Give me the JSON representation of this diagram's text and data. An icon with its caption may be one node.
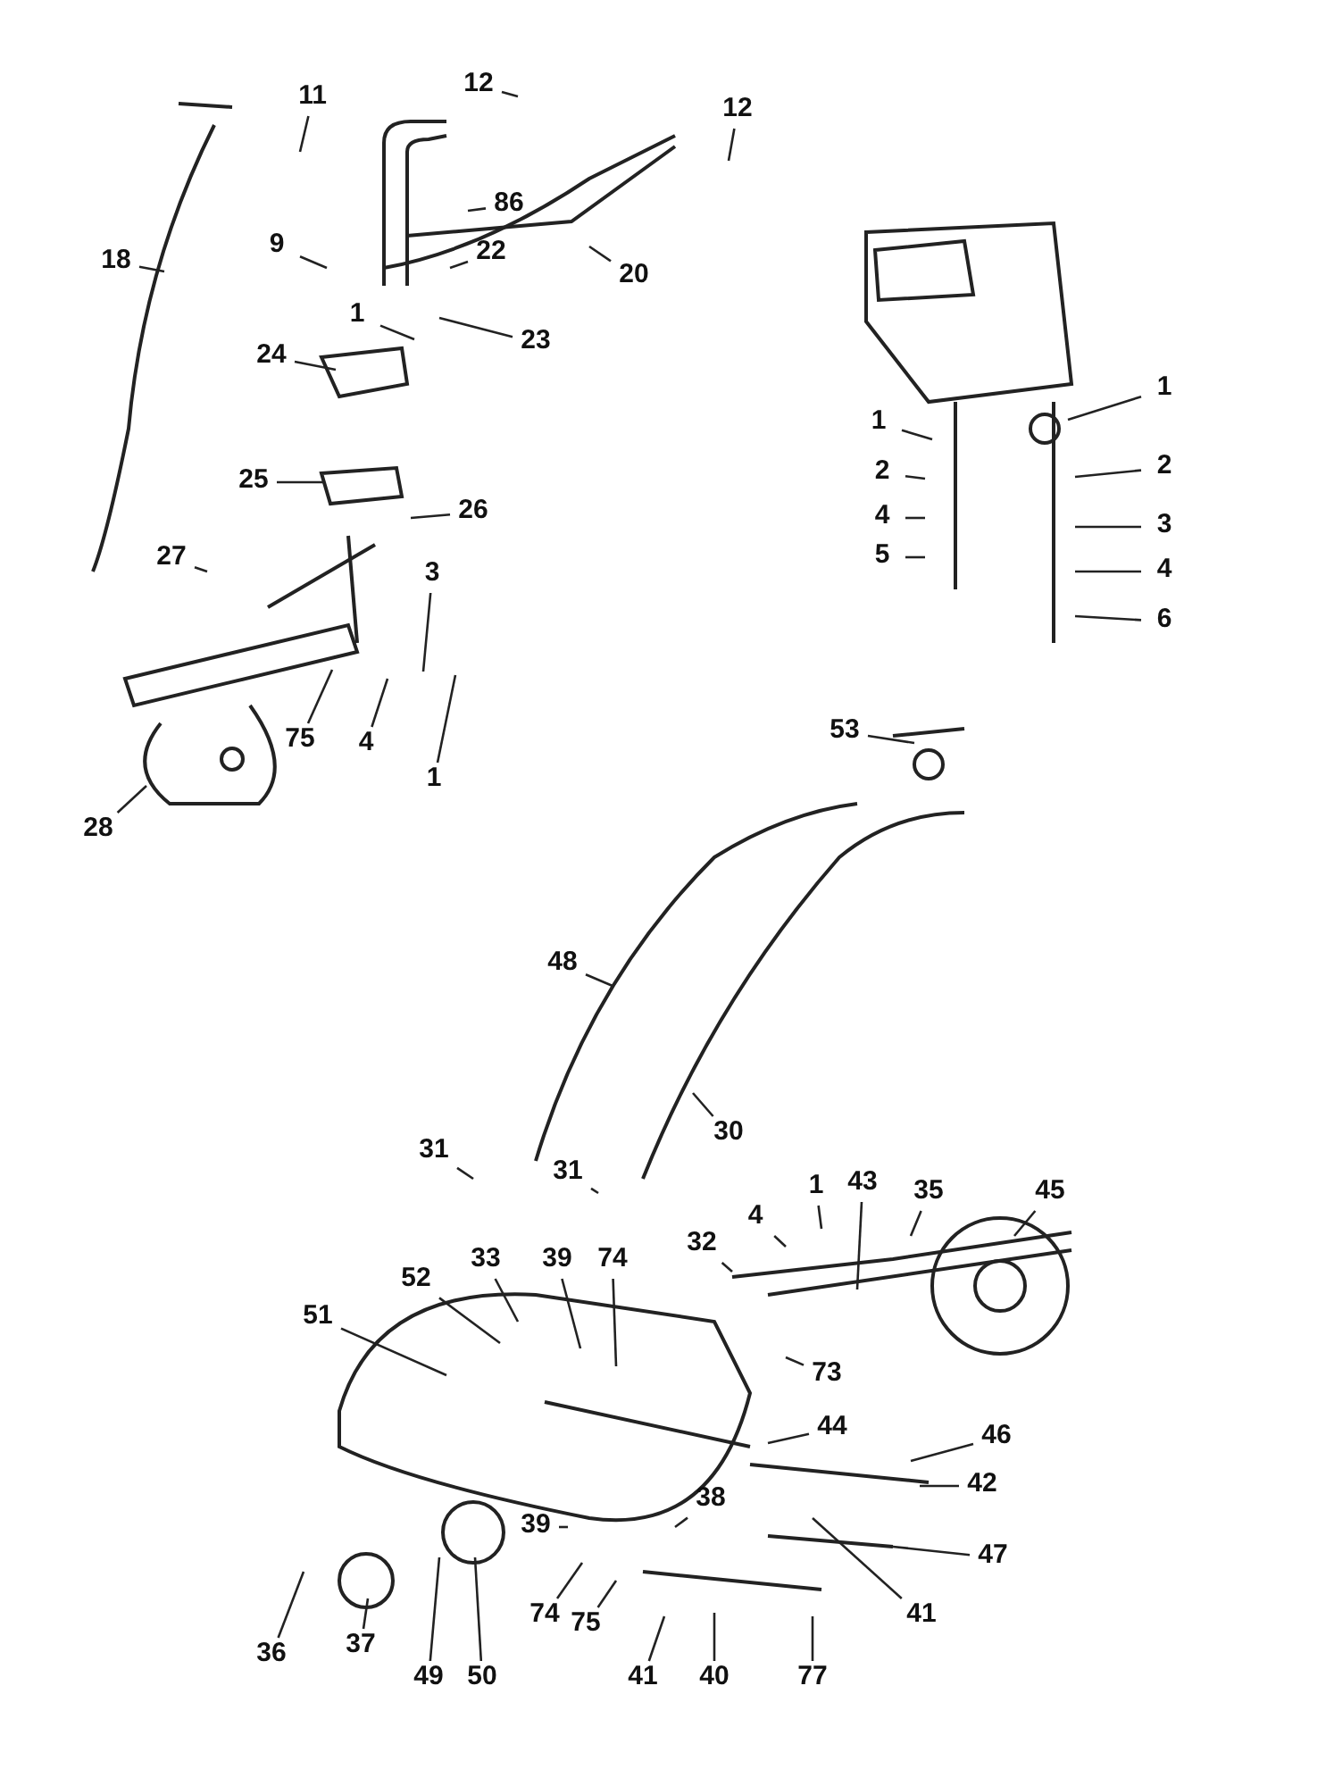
{
  "diagram": {
    "nodes": [
      {
        "text": [
          "11"
        ]
      },
      {
        "text": [
          "12"
        ]
      },
      {
        "text": [
          "12"
        ]
      },
      {
        "text": [
          "86"
        ]
      },
      {
        "text": [
          "9"
        ]
      },
      {
        "text": [
          "18"
        ]
      },
      {
        "text": [
          "22"
        ]
      },
      {
        "text": [
          "20"
        ]
      },
      {
        "text": [
          "1"
        ]
      },
      {
        "text": [
          "24"
        ]
      },
      {
        "text": [
          "23"
        ]
      },
      {
        "text": [
          "25"
        ]
      },
      {
        "text": [
          "26"
        ]
      },
      {
        "text": [
          "27"
        ]
      },
      {
        "text": [
          "3"
        ]
      },
      {
        "text": [
          "75"
        ]
      },
      {
        "text": [
          "4"
        ]
      },
      {
        "text": [
          "1"
        ]
      },
      {
        "text": [
          "28"
        ]
      },
      {
        "text": [
          "1"
        ]
      },
      {
        "text": [
          "1"
        ]
      },
      {
        "text": [
          "2"
        ]
      },
      {
        "text": [
          "2"
        ]
      },
      {
        "text": [
          "4"
        ]
      },
      {
        "text": [
          "3"
        ]
      },
      {
        "text": [
          "5"
        ]
      },
      {
        "text": [
          "4"
        ]
      },
      {
        "text": [
          "6"
        ]
      },
      {
        "text": [
          "53"
        ]
      },
      {
        "text": [
          "48"
        ]
      },
      {
        "text": [
          "30"
        ]
      },
      {
        "text": [
          "31"
        ]
      },
      {
        "text": [
          "31"
        ]
      },
      {
        "text": [
          "32"
        ]
      },
      {
        "text": [
          "4"
        ]
      },
      {
        "text": [
          "1"
        ]
      },
      {
        "text": [
          "43"
        ]
      },
      {
        "text": [
          "35"
        ]
      },
      {
        "text": [
          "45"
        ]
      },
      {
        "text": [
          "52"
        ]
      },
      {
        "text": [
          "33"
        ]
      },
      {
        "text": [
          "39"
        ]
      },
      {
        "text": [
          "74"
        ]
      },
      {
        "text": [
          "51"
        ]
      },
      {
        "text": [
          "73"
        ]
      },
      {
        "text": [
          "44"
        ]
      },
      {
        "text": [
          "46"
        ]
      },
      {
        "text": [
          "42"
        ]
      },
      {
        "text": [
          "38"
        ]
      },
      {
        "text": [
          "47"
        ]
      },
      {
        "text": [
          "41"
        ]
      },
      {
        "text": [
          "39"
        ]
      },
      {
        "text": [
          "74"
        ]
      },
      {
        "text": [
          "75"
        ]
      },
      {
        "text": [
          "41"
        ]
      },
      {
        "text": [
          "40"
        ]
      },
      {
        "text": [
          "77"
        ]
      },
      {
        "text": [
          "36"
        ]
      },
      {
        "text": [
          "37"
        ]
      },
      {
        "text": [
          "49"
        ]
      },
      {
        "text": [
          "50"
        ]
      }
    ],
    "edges": [
      {
        "from": 0,
        "to": null,
        "arrow": "none"
      },
      {
        "from": 1,
        "to": null,
        "arrow": "none"
      },
      {
        "from": 2,
        "to": null,
        "arrow": "none"
      },
      {
        "from": 3,
        "to": null,
        "arrow": "none"
      },
      {
        "from": 4,
        "to": null,
        "arrow": "none"
      },
      {
        "from": 5,
        "to": null,
        "arrow": "none"
      },
      {
        "from": 6,
        "to": null,
        "arrow": "none"
      },
      {
        "from": 7,
        "to": null,
        "arrow": "none"
      },
      {
        "from": 8,
        "to": null,
        "arrow": "none"
      },
      {
        "from": 9,
        "to": null,
        "arrow": "none"
      },
      {
        "from": 10,
        "to": null,
        "arrow": "none"
      },
      {
        "from": 11,
        "to": null,
        "arrow": "none"
      },
      {
        "from": 12,
        "to": null,
        "arrow": "none"
      },
      {
        "from": 13,
        "to": null,
        "arrow": "none"
      },
      {
        "from": 14,
        "to": null,
        "arrow": "none"
      },
      {
        "from": 15,
        "to": null,
        "arrow": "none"
      },
      {
        "from": 16,
        "to": null,
        "arrow": "none"
      },
      {
        "from": 17,
        "to": null,
        "arrow": "none"
      },
      {
        "from": 18,
        "to": null,
        "arrow": "none"
      },
      {
        "from": 19,
        "to": null,
        "arrow": "none"
      },
      {
        "from": 20,
        "to": null,
        "arrow": "none"
      },
      {
        "from": 21,
        "to": null,
        "arrow": "none"
      },
      {
        "from": 22,
        "to": null,
        "arrow": "none"
      },
      {
        "from": 23,
        "to": null,
        "arrow": "none"
      },
      {
        "from": 24,
        "to": null,
        "arrow": "none"
      },
      {
        "from": 25,
        "to": null,
        "arrow": "none"
      },
      {
        "from": 26,
        "to": null,
        "arrow": "none"
      },
      {
        "from": 27,
        "to": null,
        "arrow": "none"
      },
      {
        "from": 28,
        "to": null,
        "arrow": "none"
      },
      {
        "from": 29,
        "to": null,
        "arrow": "none"
      },
      {
        "from": 30,
        "to": null,
        "arrow": "none"
      },
      {
        "from": 31,
        "to": null,
        "arrow": "none"
      },
      {
        "from": 32,
        "to": null,
        "arrow": "none"
      },
      {
        "from": 33,
        "to": null,
        "arrow": "none"
      },
      {
        "from": 34,
        "to": null,
        "arrow": "none"
      },
      {
        "from": 35,
        "to": null,
        "arrow": "none"
      },
      {
        "from": 36,
        "to": null,
        "arrow": "none"
      },
      {
        "from": 37,
        "to": null,
        "arrow": "none"
      },
      {
        "from": 38,
        "to": null,
        "arrow": "none"
      },
      {
        "from": 39,
        "to": null,
        "arrow": "none"
      },
      {
        "from": 40,
        "to": null,
        "arrow": "none"
      },
      {
        "from": 41,
        "to": null,
        "arrow": "none"
      },
      {
        "from": 42,
        "to": null,
        "arrow": "none"
      },
      {
        "from": 43,
        "to": null,
        "arrow": "none"
      },
      {
        "from": 44,
        "to": null,
        "arrow": "none"
      },
      {
        "from": 45,
        "to": null,
        "arrow": "none"
      },
      {
        "from": 46,
        "to": null,
        "arrow": "none"
      },
      {
        "from": 47,
        "to": null,
        "arrow": "none"
      },
      {
        "from": 48,
        "to": null,
        "arrow": "none"
      },
      {
        "from": 49,
        "to": null,
        "arrow": "none"
      },
      {
        "from": 50,
        "to": null,
        "arrow": "none"
      },
      {
        "from": 51,
        "to": null,
        "arrow": "none"
      },
      {
        "from": 52,
        "to": null,
        "arrow": "none"
      },
      {
        "from": 53,
        "to": null,
        "arrow": "none"
      },
      {
        "from": 54,
        "to": null,
        "arrow": "none"
      },
      {
        "from": 55,
        "to": null,
        "arrow": "none"
      },
      {
        "from": 56,
        "to": null,
        "arrow": "none"
      },
      {
        "from": 57,
        "to": null,
        "arrow": "none"
      },
      {
        "from": 58,
        "to": null,
        "arrow": "none"
      },
      {
        "from": 59,
        "to": null,
        "arrow": "none"
      },
      {
        "from": 60,
        "to": null,
        "arrow": "none"
      }
    ]
  }
}
